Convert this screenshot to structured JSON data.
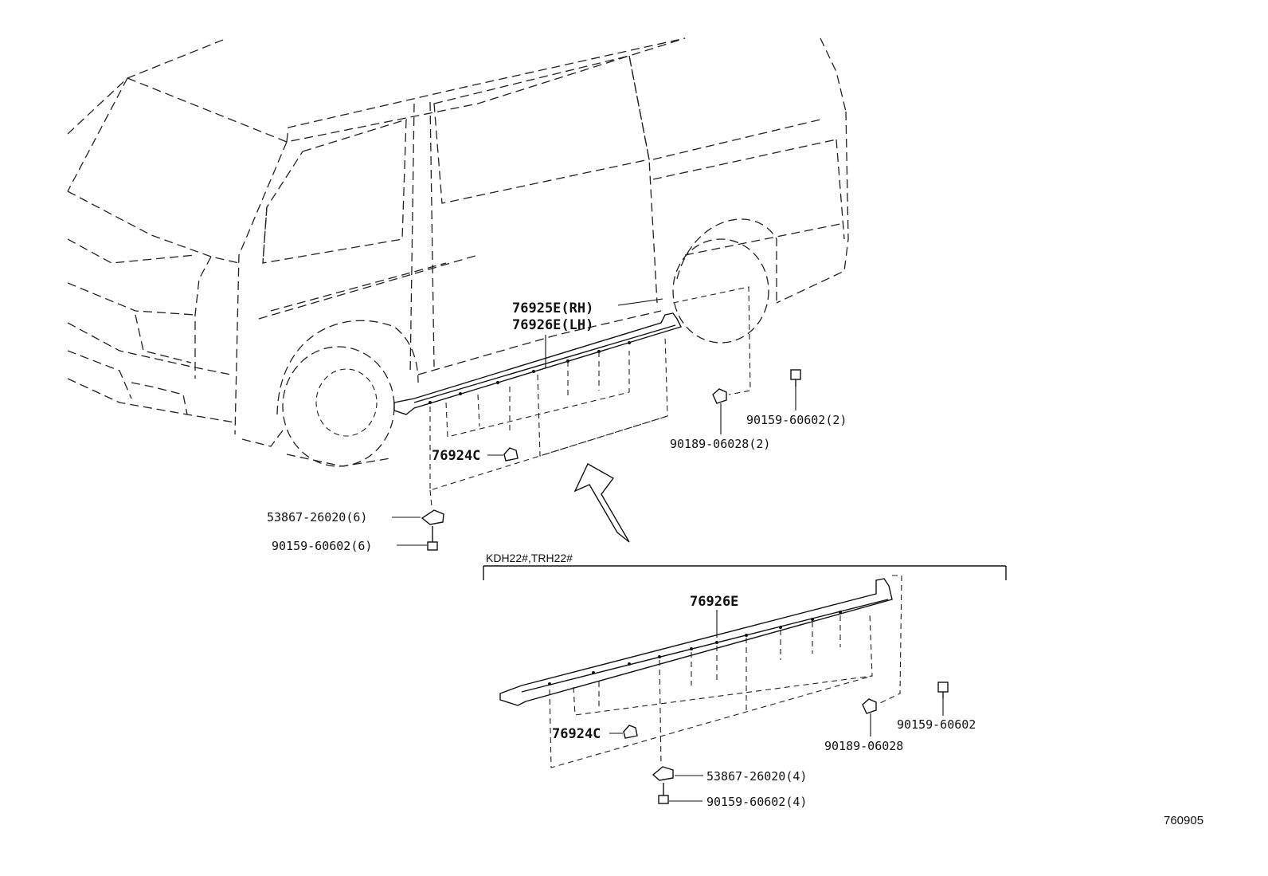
{
  "diagram_code": "760905",
  "variant_label": "KDH22#,TRH22#",
  "upper_assembly": {
    "moulding_rh": "76925E(RH)",
    "moulding_lh": "76926E(LH)",
    "clip": "76924C",
    "bracket_nut": "53867-26020(6)",
    "bracket_screw": "90159-60602(6)",
    "end_screw": "90159-60602(2)",
    "end_grommet": "90189-06028(2)"
  },
  "lower_assembly": {
    "moulding": "76926E",
    "clip": "76924C",
    "bracket_nut": "53867-26020(4)",
    "bracket_screw": "90159-60602(4)",
    "end_screw": "90159-60602",
    "end_grommet": "90189-06028"
  }
}
